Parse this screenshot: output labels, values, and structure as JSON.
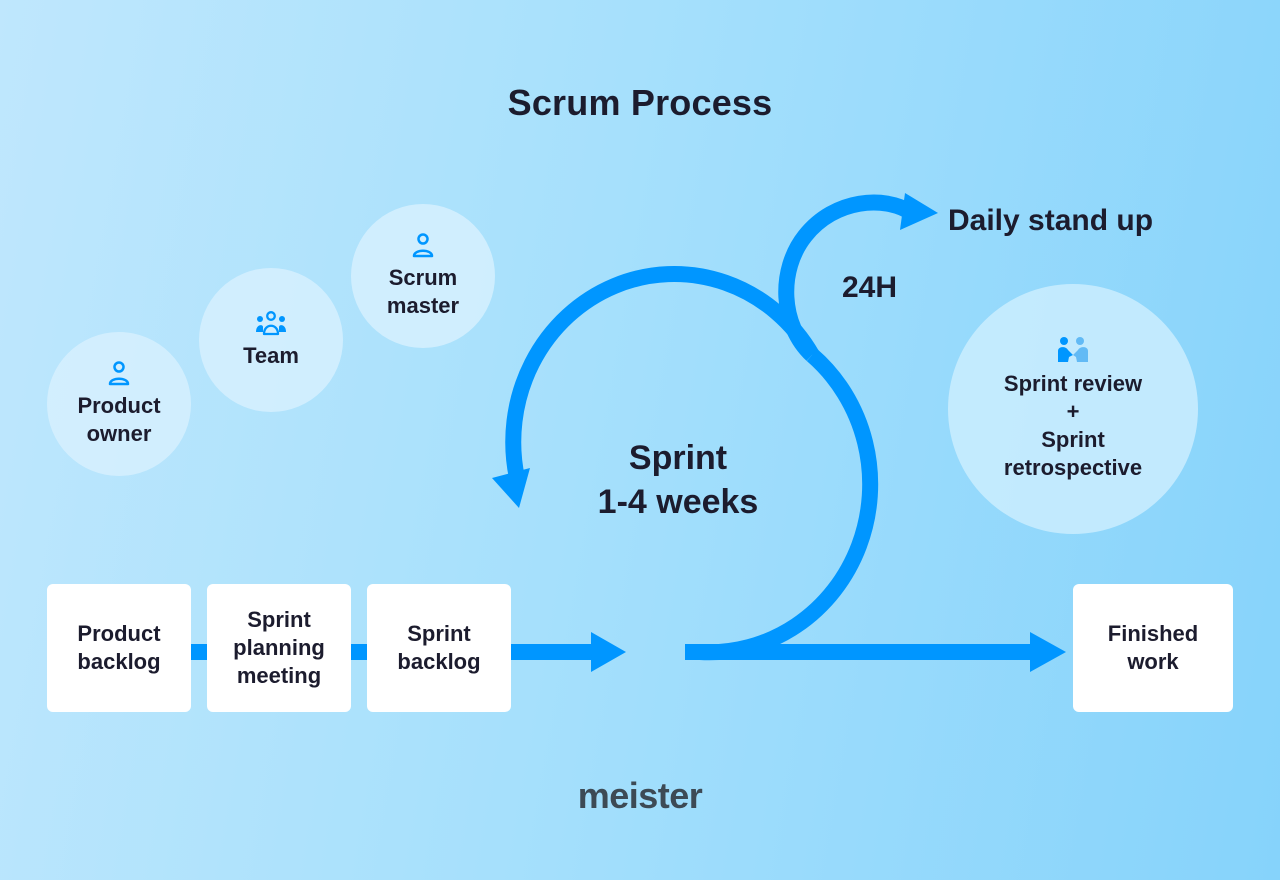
{
  "title": "Scrum Process",
  "colors": {
    "accent": "#0096ff",
    "accent_light": "#62baf5",
    "text": "#1c1c2e",
    "logo": "#3d4a55",
    "box": "#ffffff",
    "bubble": "#d6f0fe"
  },
  "roles": [
    {
      "label_line1": "Product",
      "label_line2": "owner",
      "icon": "person-icon"
    },
    {
      "label_line1": "Team",
      "label_line2": "",
      "icon": "team-icon"
    },
    {
      "label_line1": "Scrum",
      "label_line2": "master",
      "icon": "person-icon"
    }
  ],
  "pipeline": [
    {
      "lines": [
        "Product",
        "backlog"
      ]
    },
    {
      "lines": [
        "Sprint",
        "planning",
        "meeting"
      ]
    },
    {
      "lines": [
        "Sprint",
        "backlog"
      ]
    }
  ],
  "sprint": {
    "line1": "Sprint",
    "line2": "1-4 weeks"
  },
  "daily": {
    "label": "Daily stand up",
    "interval": "24H"
  },
  "review": {
    "lines": [
      "Sprint review",
      "+",
      "Sprint",
      "retrospective"
    ],
    "icon": "handshake-icon"
  },
  "output": {
    "lines": [
      "Finished",
      "work"
    ]
  },
  "logo": "meister"
}
